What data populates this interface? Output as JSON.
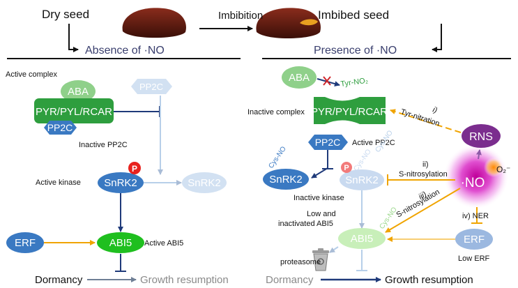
{
  "header": {
    "left_title": "Dry seed",
    "right_title": "Imbibed seed",
    "transition": "Imbibition",
    "left_state": "Absence of ·NO",
    "right_state": "Presence of ·NO"
  },
  "left_panel": {
    "active_complex_label": "Active complex",
    "aba": "ABA",
    "receptor": "PYR/PYL/RCAR",
    "pp2c_bound": "PP2C",
    "pp2c_free": "PP2C",
    "inactive_pp2c": "Inactive PP2C",
    "active_kinase_label": "Active kinase",
    "snrk2_active": "SnRK2",
    "snrk2_faded": "SnRK2",
    "phospho": "P",
    "erf": "ERF",
    "abi5": "ABI5",
    "active_abi5": "Active ABI5",
    "dormancy": "Dormancy",
    "growth": "Growth resumption"
  },
  "right_panel": {
    "aba": "ABA",
    "tyr_no2": "Tyr-NO₂",
    "inactive_complex_label": "Inactive complex",
    "receptor": "PYR/PYL/RCAR",
    "pp2c": "PP2C",
    "active_pp2c": "Active PP2C",
    "cys_no_1": "Cys-NO",
    "cys_no_2": "Cys-NO",
    "cys_no_3": "Cys-NO",
    "cys_no_4": "Cys-NO",
    "snrk2_left": "SnRK2",
    "snrk2_right": "SnRK2",
    "phospho": "P",
    "inactive_kinase": "Inactive kinase",
    "rns": "RNS",
    "o2": "O₂⁻",
    "no": "·NO",
    "step_i": "i)",
    "step_i_text": "Tyr-nitration",
    "step_ii": "ii)",
    "step_ii_text": "S-nitrosylation",
    "step_iii": "iii)",
    "step_iii_text": "S-nitrosylation",
    "step_iv": "iv) NER",
    "low_abi5_line1": "Low and",
    "low_abi5_line2": "inactivated ABI5",
    "abi5": "ABI5",
    "erf": "ERF",
    "low_erf": "Low ERF",
    "proteasome": "proteasome",
    "dormancy": "Dormancy",
    "growth": "Growth resumption"
  },
  "colors": {
    "green": "#2e9e3e",
    "light_green": "#8fd08a",
    "blue": "#3a79c2",
    "light_blue": "#b7cfe9",
    "purple": "#7b2d8e",
    "orange": "#f0a400",
    "red_p": "#e8221e",
    "grey": "#6f7f95"
  }
}
